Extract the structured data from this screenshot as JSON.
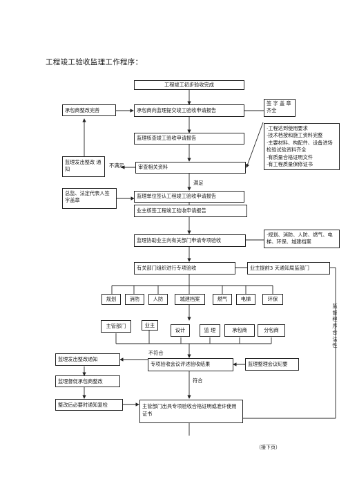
{
  "title": "工程竣工验收监理工作程序：",
  "footer": "（接下页）",
  "nodes": {
    "prelim": "工程竣工初步验收完成",
    "submit_report": "承包商向监理提交竣工验收申请报告",
    "contractor_rectify": "承包商整改完善",
    "sign_seal": "签 字 盖 章齐全",
    "review_report": "监理核查竣工验收申请报告",
    "rectify_notice": "监理发出整改 通知",
    "review_docs": "审查相关资料",
    "not_satisfied": "不满足",
    "satisfied": "满足",
    "chief_sign": "总监、法定代表人签字盖章",
    "supervisor_sign": "监理单位签认工程竣工验收申请报告",
    "owner_sign": "业主核签工程竣工验收申请报告",
    "assist_owner": "监理协助业主向有关部门申请专项验收",
    "special_inspection": "有关部门组织进行专项验收",
    "owner_notify": "业主提前3 天通知局监部门",
    "side_vertical": "监督程序合法性",
    "nonconform": "不符合",
    "conform": "符合",
    "issue_rectify": "监理发出整改通知",
    "evaluate": "专项验收会议评述验收结果",
    "minutes": "监理整理会议纪要",
    "urge_rectify": "监理督促承包商整改",
    "recheck": "整改后必要时通知复检",
    "certificate": "主管部门出具专项验收合格证明或准许使用证书"
  },
  "requirements": [
    "·工程达到使用要求",
    "·技术档按和施工资料完整",
    "·主要材料、构配件、设备进场检验试验资料齐全",
    "·有质量合格证明文件",
    "·有工程质量保修证书"
  ],
  "special_items_note": "·规划、消防、人防、燃气、电梯、环保、城建档案",
  "categories": [
    "规划",
    "消防",
    "人防",
    "城建档案",
    "燃气",
    "电梯",
    "环保"
  ],
  "participants": [
    "主管部门",
    "业主",
    "设计",
    "监 理",
    "承包商",
    "分包商"
  ]
}
